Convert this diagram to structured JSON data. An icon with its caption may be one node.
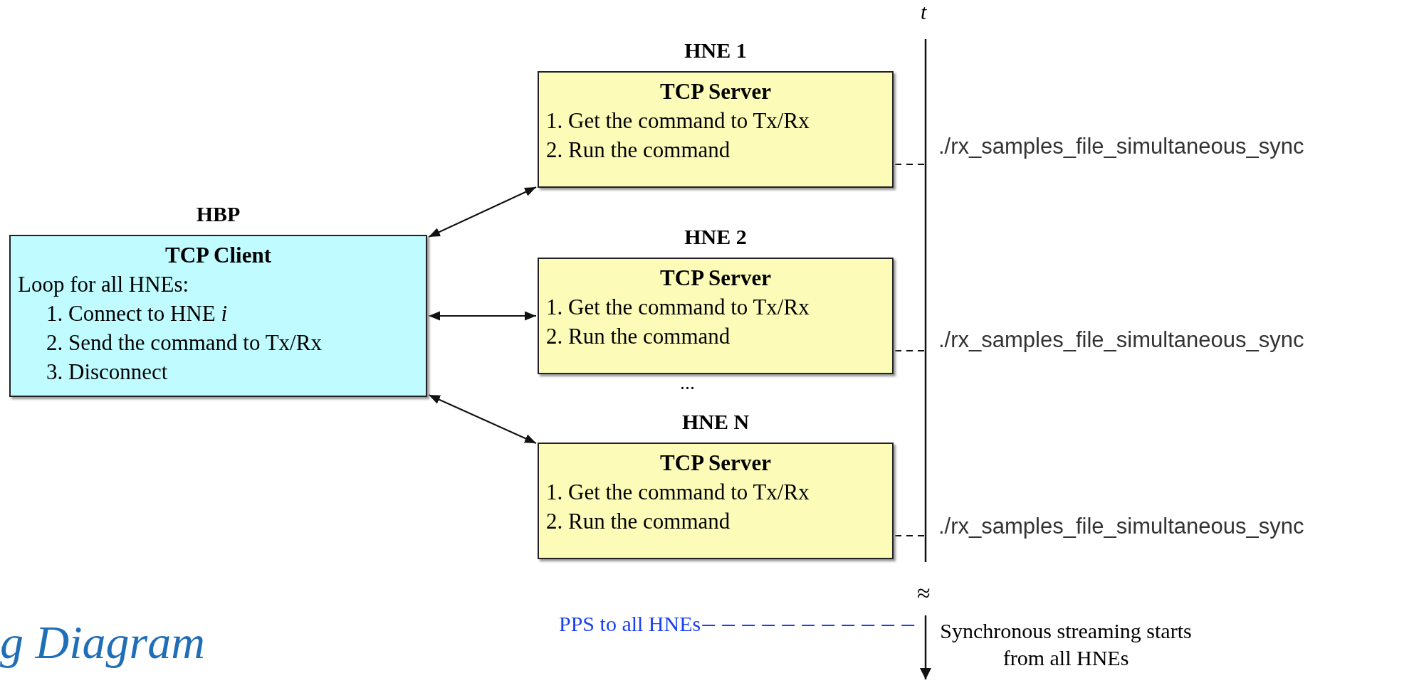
{
  "diagram": {
    "nodes": [
      {
        "text": [
          "HBP",
          "TCP Client",
          "Loop for all HNEs:",
          "1. Connect to HNE *i*",
          "2. Send the command to Tx/Rx",
          "3. Disconnect"
        ]
      },
      {
        "text": [
          "HNE 1",
          "TCP Server",
          "1. Get the command to Tx/Rx",
          "2. Run the command"
        ]
      },
      {
        "text": [
          "HNE 2",
          "TCP Server",
          "1. Get the command to Tx/Rx",
          "2. Run the command"
        ]
      },
      {
        "text": [
          "HNE N",
          "TCP Server",
          "1. Get the command to Tx/Rx",
          "2. Run the command"
        ]
      },
      {
        "text": [
          "PPS to all HNEs"
        ]
      }
    ],
    "edges": [
      {
        "from": 0,
        "to": 1,
        "arrow": "both"
      },
      {
        "from": 0,
        "to": 2,
        "arrow": "both"
      },
      {
        "from": 0,
        "to": 3,
        "arrow": "both"
      },
      {
        "from": 1,
        "to": null,
        "arrow": "none",
        "style": "dashed"
      },
      {
        "from": 2,
        "to": null,
        "arrow": "none",
        "style": "dashed"
      },
      {
        "from": 3,
        "to": null,
        "arrow": "none",
        "style": "dashed"
      },
      {
        "from": 4,
        "to": null,
        "arrow": "none",
        "style": "dashed",
        "color": "#1a3ff0"
      }
    ],
    "labels": [
      "t",
      "./rx_samples_file_simultaneous_sync",
      "./rx_samples_file_simultaneous_sync",
      "...",
      "./rx_samples_file_simultaneous_sync",
      "≈",
      "g Diagram",
      "Synchronous streaming starts from all HNEs"
    ]
  }
}
